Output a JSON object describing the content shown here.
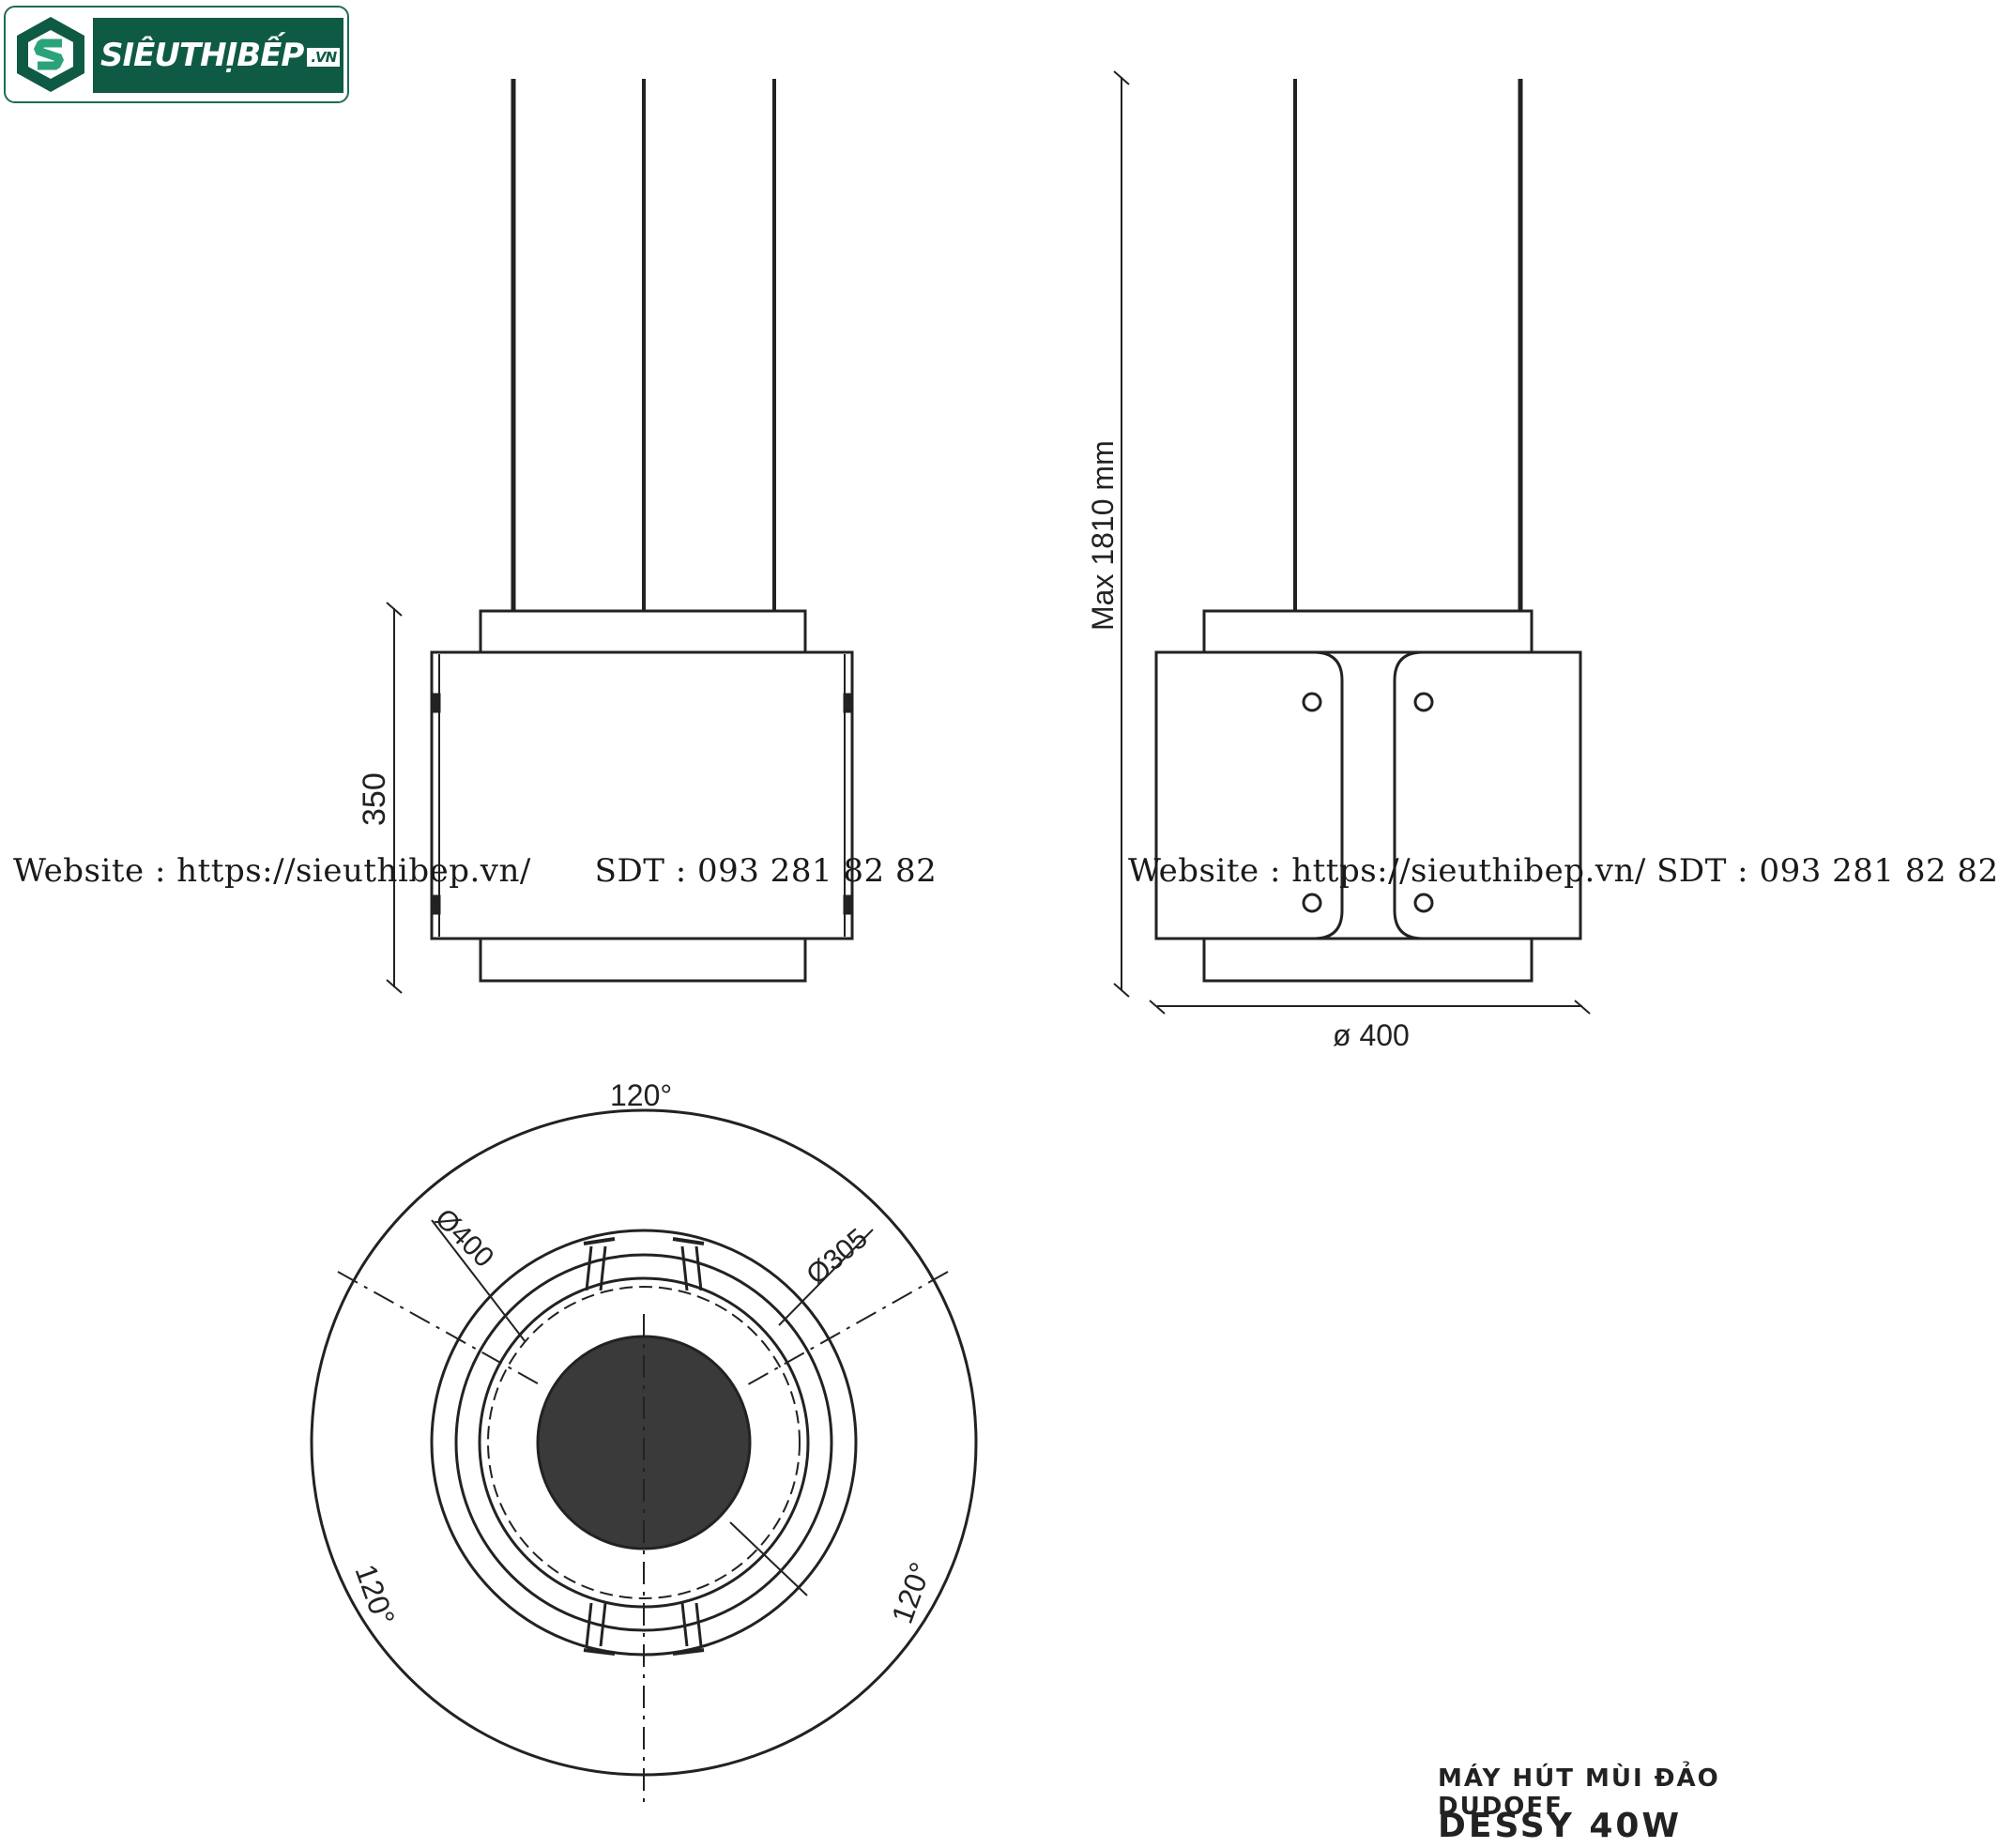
{
  "logo": {
    "text": "SIÊUTHỊBẾP",
    "suffix": ".VN",
    "icon": "s-hexagon-logo-icon"
  },
  "watermark": {
    "left": "Website : https://sieuthibep.vn/      SDT : 093 281 82 82",
    "right": "Website : https://sieuthibep.vn/ SDT : 093 281 82 82"
  },
  "dimensions": {
    "height": "350",
    "max_length": "Max 1810 mm",
    "diameter_side": "ø 400",
    "angle_top": "120°",
    "angle_left": "120°",
    "angle_right": "120°",
    "dia_outer": "Ø400",
    "dia_inner": "Ø305"
  },
  "caption": {
    "line1": "MÁY HÚT MÙI ĐẢO DUDOFF",
    "line2": "DESSY 40W"
  },
  "colors": {
    "line": "#222222",
    "brand": "#0e5a45",
    "mesh": "#3a3a3a"
  }
}
